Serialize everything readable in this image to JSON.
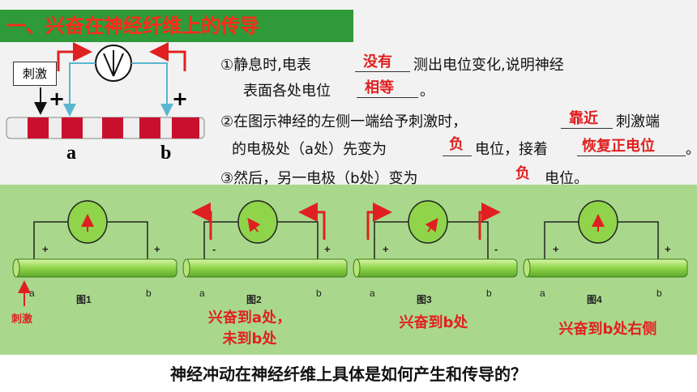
{
  "title": "一、兴奋在神经纤维上的传导",
  "top_diagram": {
    "stimulus_label": "刺激",
    "plus_left": "+",
    "plus_right": "+",
    "label_a": "a",
    "label_b": "b"
  },
  "questions": {
    "q1_part1": "①静息时,电表",
    "q1_ans1": "没有",
    "q1_part2": "测出电位变化,说明神经",
    "q1_part3": "表面各处电位",
    "q1_ans2": "相等",
    "q1_part4": "。",
    "q2_part1": "②在图示神经的左侧一端给予刺激时，",
    "q2_ans1": "靠近",
    "q2_part2": "刺激端",
    "q2_part3": "的电极处（a处）先变为",
    "q2_ans2": "负",
    "q2_part4": "电位，接着",
    "q2_ans3": "恢复正电位",
    "q2_part5": "。",
    "q3_part1": "③然后，另一电极（b处）变为",
    "q3_ans1": "负",
    "q3_part2": "电位。"
  },
  "figures": [
    {
      "name": "图1",
      "a": "a",
      "b": "b",
      "left_sign": "+",
      "right_sign": "+"
    },
    {
      "name": "图2",
      "a": "a",
      "b": "b",
      "left_sign": "-",
      "right_sign": "+"
    },
    {
      "name": "图3",
      "a": "a",
      "b": "b",
      "left_sign": "+",
      "right_sign": "-"
    },
    {
      "name": "图4",
      "a": "a",
      "b": "b",
      "left_sign": "+",
      "right_sign": "+"
    }
  ],
  "stimulus_label_bottom": "刺激",
  "captions": {
    "fig2_line1": "兴奋到a处，",
    "fig2_line2": "未到b处",
    "fig3": "兴奋到b处",
    "fig4": "兴奋到b处右侧"
  },
  "bottom_question": "神经冲动在神经纤维上具体是如何产生和传导的？",
  "colors": {
    "title_bg": "#2f9a39",
    "answer": "#e02020",
    "panel": "#a9d88c",
    "fiber": "#8fd44a"
  }
}
